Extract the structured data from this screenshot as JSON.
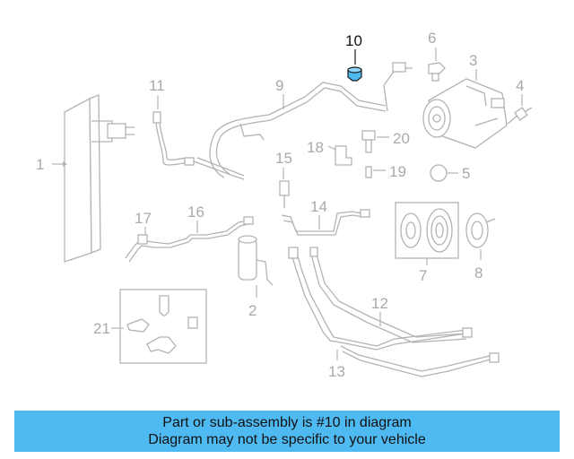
{
  "diagram": {
    "highlighted_part": "10",
    "callouts": [
      "1",
      "2",
      "3",
      "4",
      "5",
      "6",
      "7",
      "8",
      "9",
      "10",
      "11",
      "12",
      "13",
      "14",
      "15",
      "16",
      "17",
      "18",
      "19",
      "20",
      "21"
    ],
    "colors": {
      "part_line": "#b3b3b3",
      "label": "#a9a9a9",
      "highlight": "#4fbaf1",
      "highlight_label": "#111111"
    }
  },
  "banner": {
    "line1": "Part or sub-assembly is #10 in diagram",
    "line2": "Diagram may not be specific to your vehicle",
    "background": "#4fbaf1"
  }
}
